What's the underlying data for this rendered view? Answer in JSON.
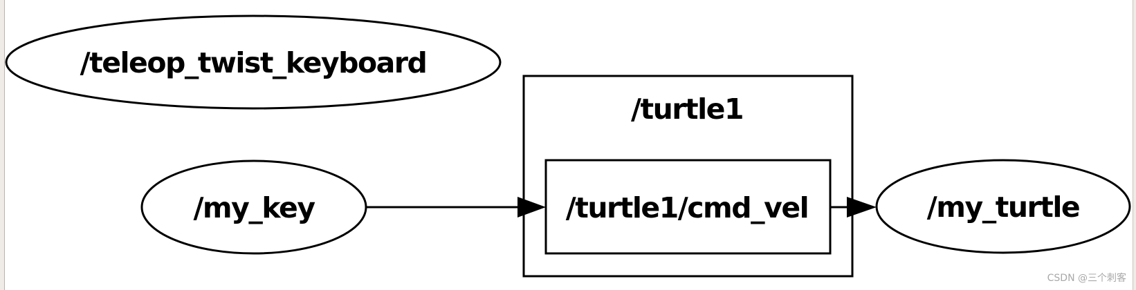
{
  "graph": {
    "title": "ROS node graph",
    "nodes": [
      {
        "id": "teleop",
        "label": "/teleop_twist_keyboard",
        "shape": "ellipse"
      },
      {
        "id": "my_key",
        "label": "/my_key",
        "shape": "ellipse"
      },
      {
        "id": "cmd_vel",
        "label": "/turtle1/cmd_vel",
        "shape": "box"
      },
      {
        "id": "my_turtle",
        "label": "/my_turtle",
        "shape": "ellipse"
      }
    ],
    "clusters": [
      {
        "id": "turtle1",
        "label": "/turtle1",
        "contains": [
          "cmd_vel"
        ]
      }
    ],
    "edges": [
      {
        "from": "/my_key",
        "to": "/turtle1/cmd_vel"
      },
      {
        "from": "/turtle1/cmd_vel",
        "to": "/my_turtle"
      }
    ],
    "stroke_color": "#000000",
    "background": "#ffffff"
  },
  "watermark": "CSDN @三个刺客"
}
